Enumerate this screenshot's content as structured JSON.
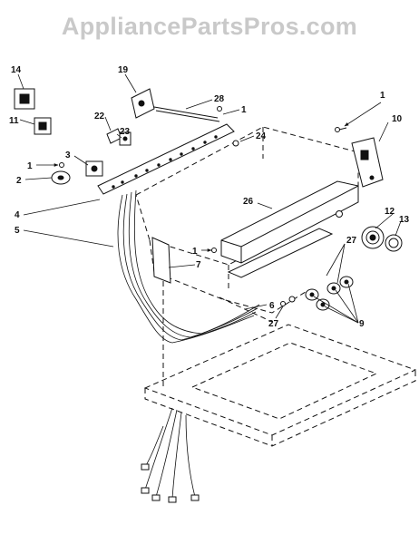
{
  "watermark": "AppliancePartsPros.com",
  "callouts": {
    "c14": "14",
    "c11": "11",
    "c19": "19",
    "c28": "28",
    "c1a": "1",
    "c1b": "1",
    "c22": "22",
    "c23": "23",
    "c24": "24",
    "c10": "10",
    "c3": "3",
    "c1c": "1",
    "c2": "2",
    "c26": "26",
    "c4": "4",
    "c12": "12",
    "c13": "13",
    "c5": "5",
    "c1d": "1",
    "c27a": "27",
    "c7": "7",
    "c6": "6",
    "c27b": "27",
    "c9": "9"
  },
  "icons": {
    "arrow": "arrow-head",
    "screw": "screw-icon",
    "knob": "knob-icon"
  }
}
